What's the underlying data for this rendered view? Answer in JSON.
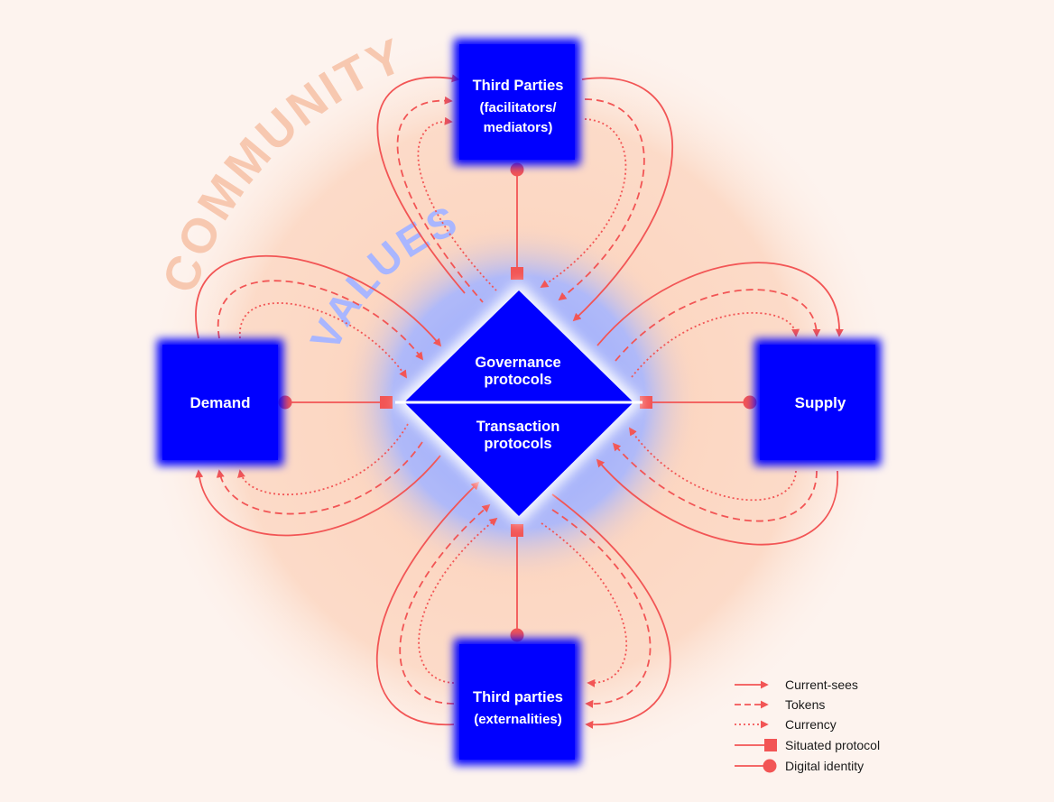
{
  "arcs": {
    "outer": "COMMUNITY",
    "inner": "VALUES"
  },
  "nodes": {
    "top": {
      "lines": [
        "Third Parties",
        "(facilitators/",
        "mediators)"
      ]
    },
    "left": {
      "lines": [
        "Demand"
      ]
    },
    "right": {
      "lines": [
        "Supply"
      ]
    },
    "bottom": {
      "lines": [
        "Third parties",
        "(externalities)"
      ]
    }
  },
  "center": {
    "upper": [
      "Governance",
      "protocols"
    ],
    "lower": [
      "Transaction",
      "protocols"
    ]
  },
  "legend": {
    "current_sees": "Current-sees",
    "tokens": "Tokens",
    "currency": "Currency",
    "situated_protocol": "Situated protocol",
    "digital_identity": "Digital identity"
  },
  "colors": {
    "background": "#fdf3ee",
    "community_halo": "#fcd3bd",
    "values_halo": "#a8b8ff",
    "node_blue": "#0000ff",
    "flow_red": "#f25555",
    "community_text": "#f7cbb5",
    "values_text": "#a9b6ff"
  }
}
